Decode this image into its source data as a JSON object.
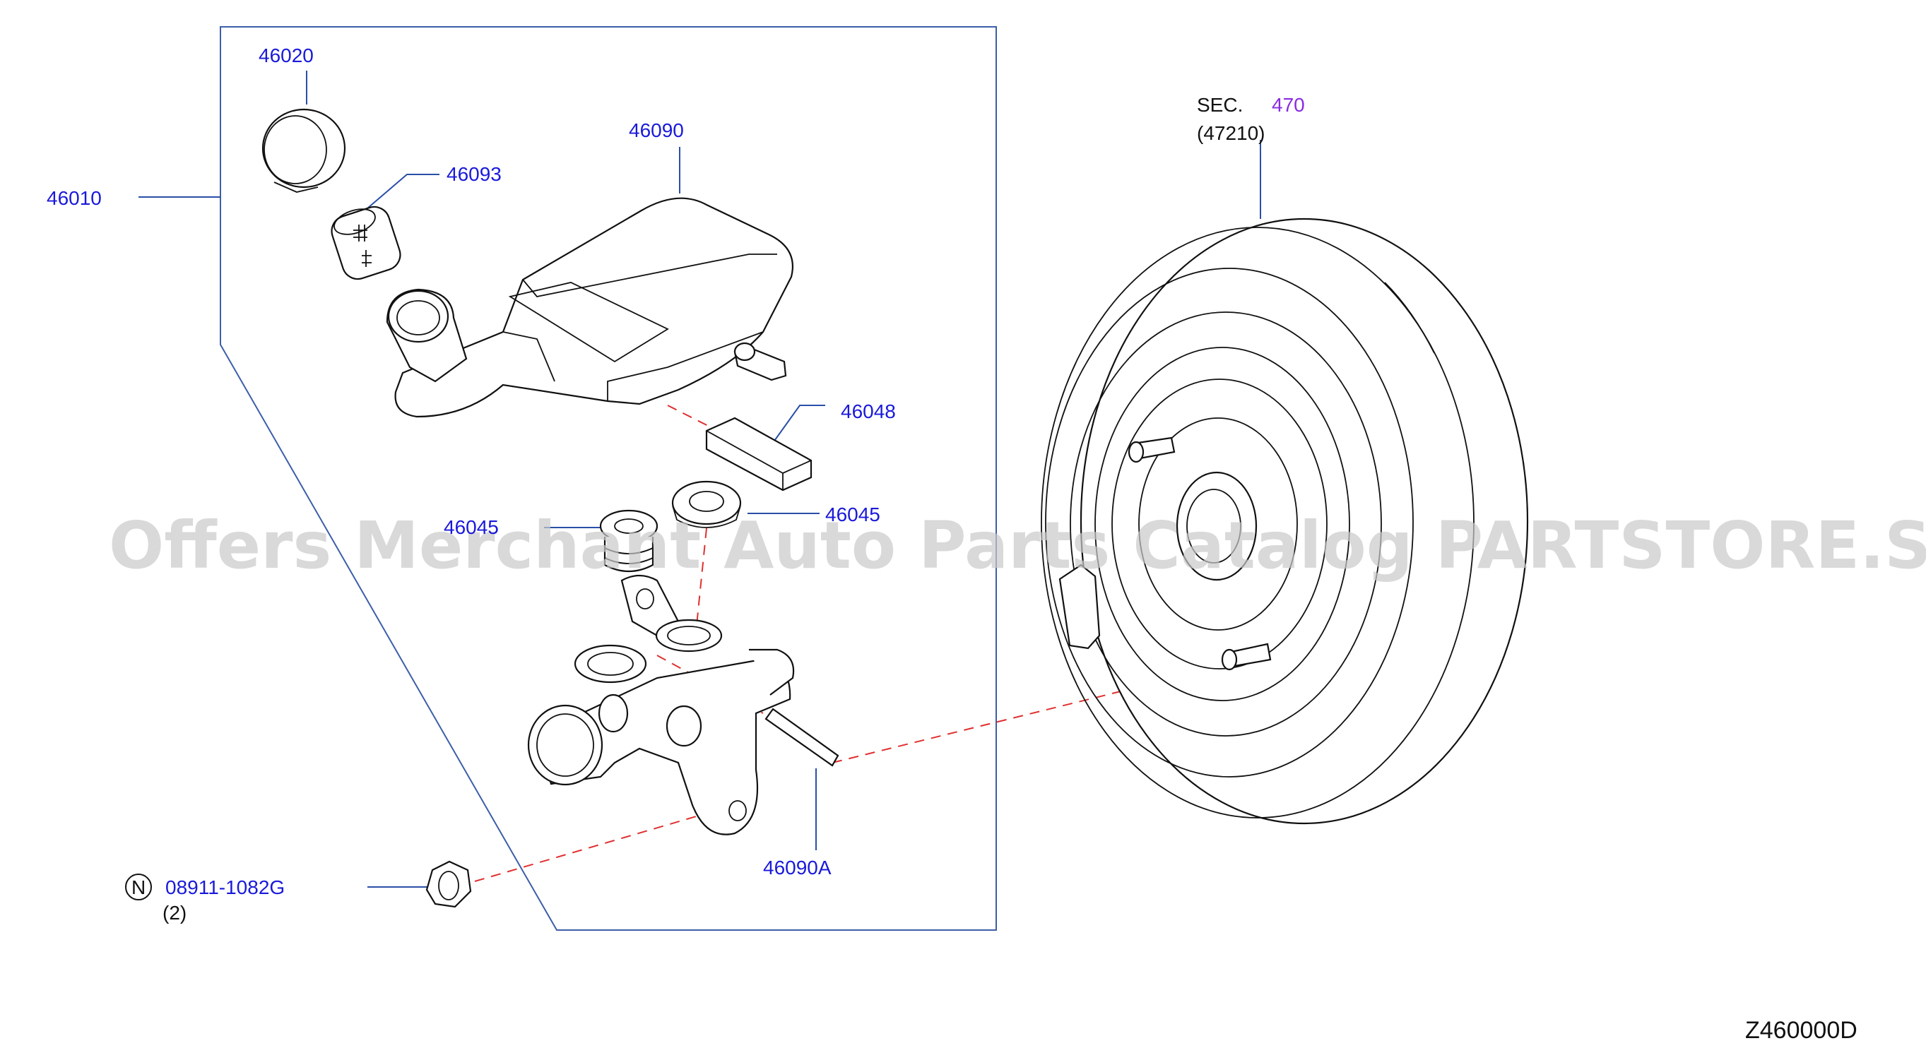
{
  "labels": {
    "cap": "46020",
    "strainer": "46093",
    "master_cylinder_assy": "46010",
    "reservoir": "46090",
    "sensor": "46048",
    "grommet_left": "46045",
    "grommet_right": "46045",
    "pin": "46090A",
    "nut_number": "08911-1082G",
    "nut_symbol": "N",
    "nut_qty": "(2)",
    "sec_prefix": "SEC.",
    "sec_number": "470",
    "sec_sub": "(47210)"
  },
  "drawing_code": "Z460000D",
  "watermark": "Offers Merchant Auto Parts Catalog PARTSTORE.SA",
  "colors": {
    "label_blue": "#1a1adb",
    "section_purple": "#8a2be2",
    "frame_blue": "#3d5ea8",
    "dash_red": "#e03030",
    "watermark_gray": "#c9c9c9"
  }
}
